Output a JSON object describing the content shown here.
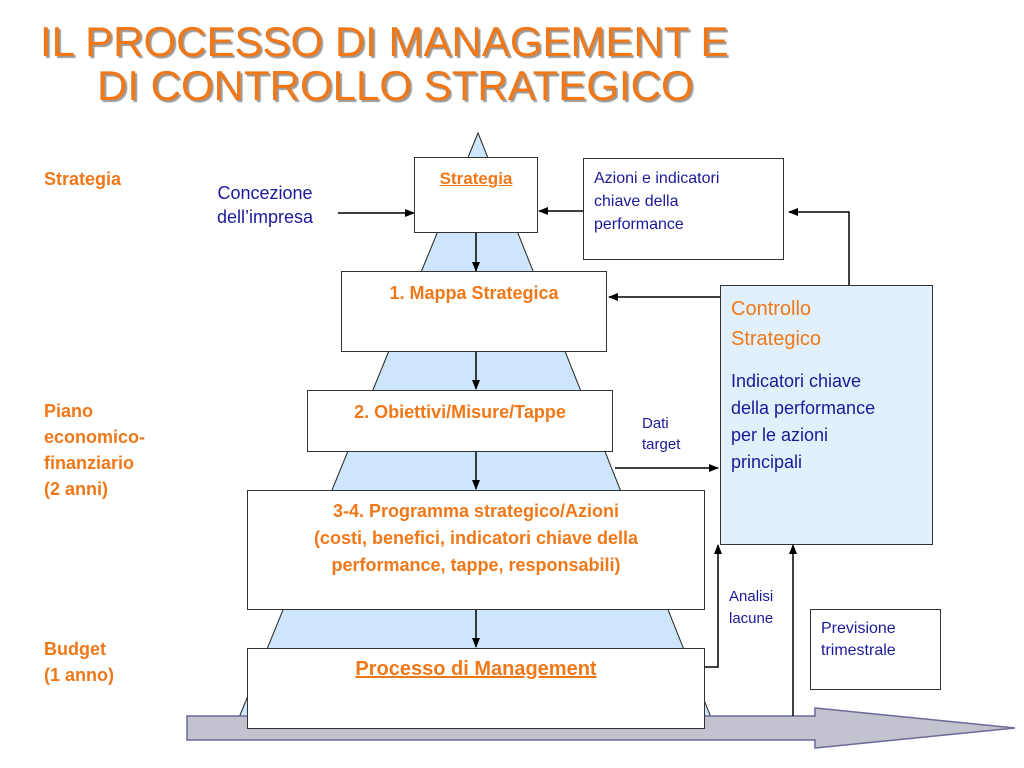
{
  "title": {
    "line1": "IL PROCESSO DI MANAGEMENT E",
    "line2": "DI CONTROLLO STRATEGICO"
  },
  "side_labels": {
    "strategia": "Strategia",
    "piano": [
      "Piano",
      "economico-",
      "finanziario",
      "(2 anni)"
    ],
    "budget": [
      "Budget",
      "(1 anno)"
    ]
  },
  "concezione": [
    "Concezione",
    "dell’impresa"
  ],
  "boxes": {
    "strategia": "Strategia",
    "azioni": [
      "Azioni e indicatori",
      "chiave della",
      "performance"
    ],
    "mappa": "1. Mappa Strategica",
    "obiettivi": "2. Obiettivi/Misure/Tappe",
    "programma": [
      "3-4. Programma strategico/Azioni",
      "(costi, benefici, indicatori chiave della",
      "performance, tappe, responsabili)"
    ],
    "processo": "Processo di Management",
    "controllo_title": [
      "Controllo",
      "Strategico"
    ],
    "controllo_body": [
      "Indicatori chiave",
      "della performance",
      "per le azioni",
      "principali"
    ],
    "previsione": [
      "Previsione",
      "trimestrale"
    ]
  },
  "labels": {
    "dati_target": [
      "Dati",
      "target"
    ],
    "analisi_lacune": [
      "Analisi",
      "lacune"
    ]
  },
  "colors": {
    "orange": "#f07818",
    "navy": "#1a1a99",
    "pyramid": "#cde6fb",
    "timeline": "#c3c3cf",
    "panel": "#e2f0fc"
  }
}
